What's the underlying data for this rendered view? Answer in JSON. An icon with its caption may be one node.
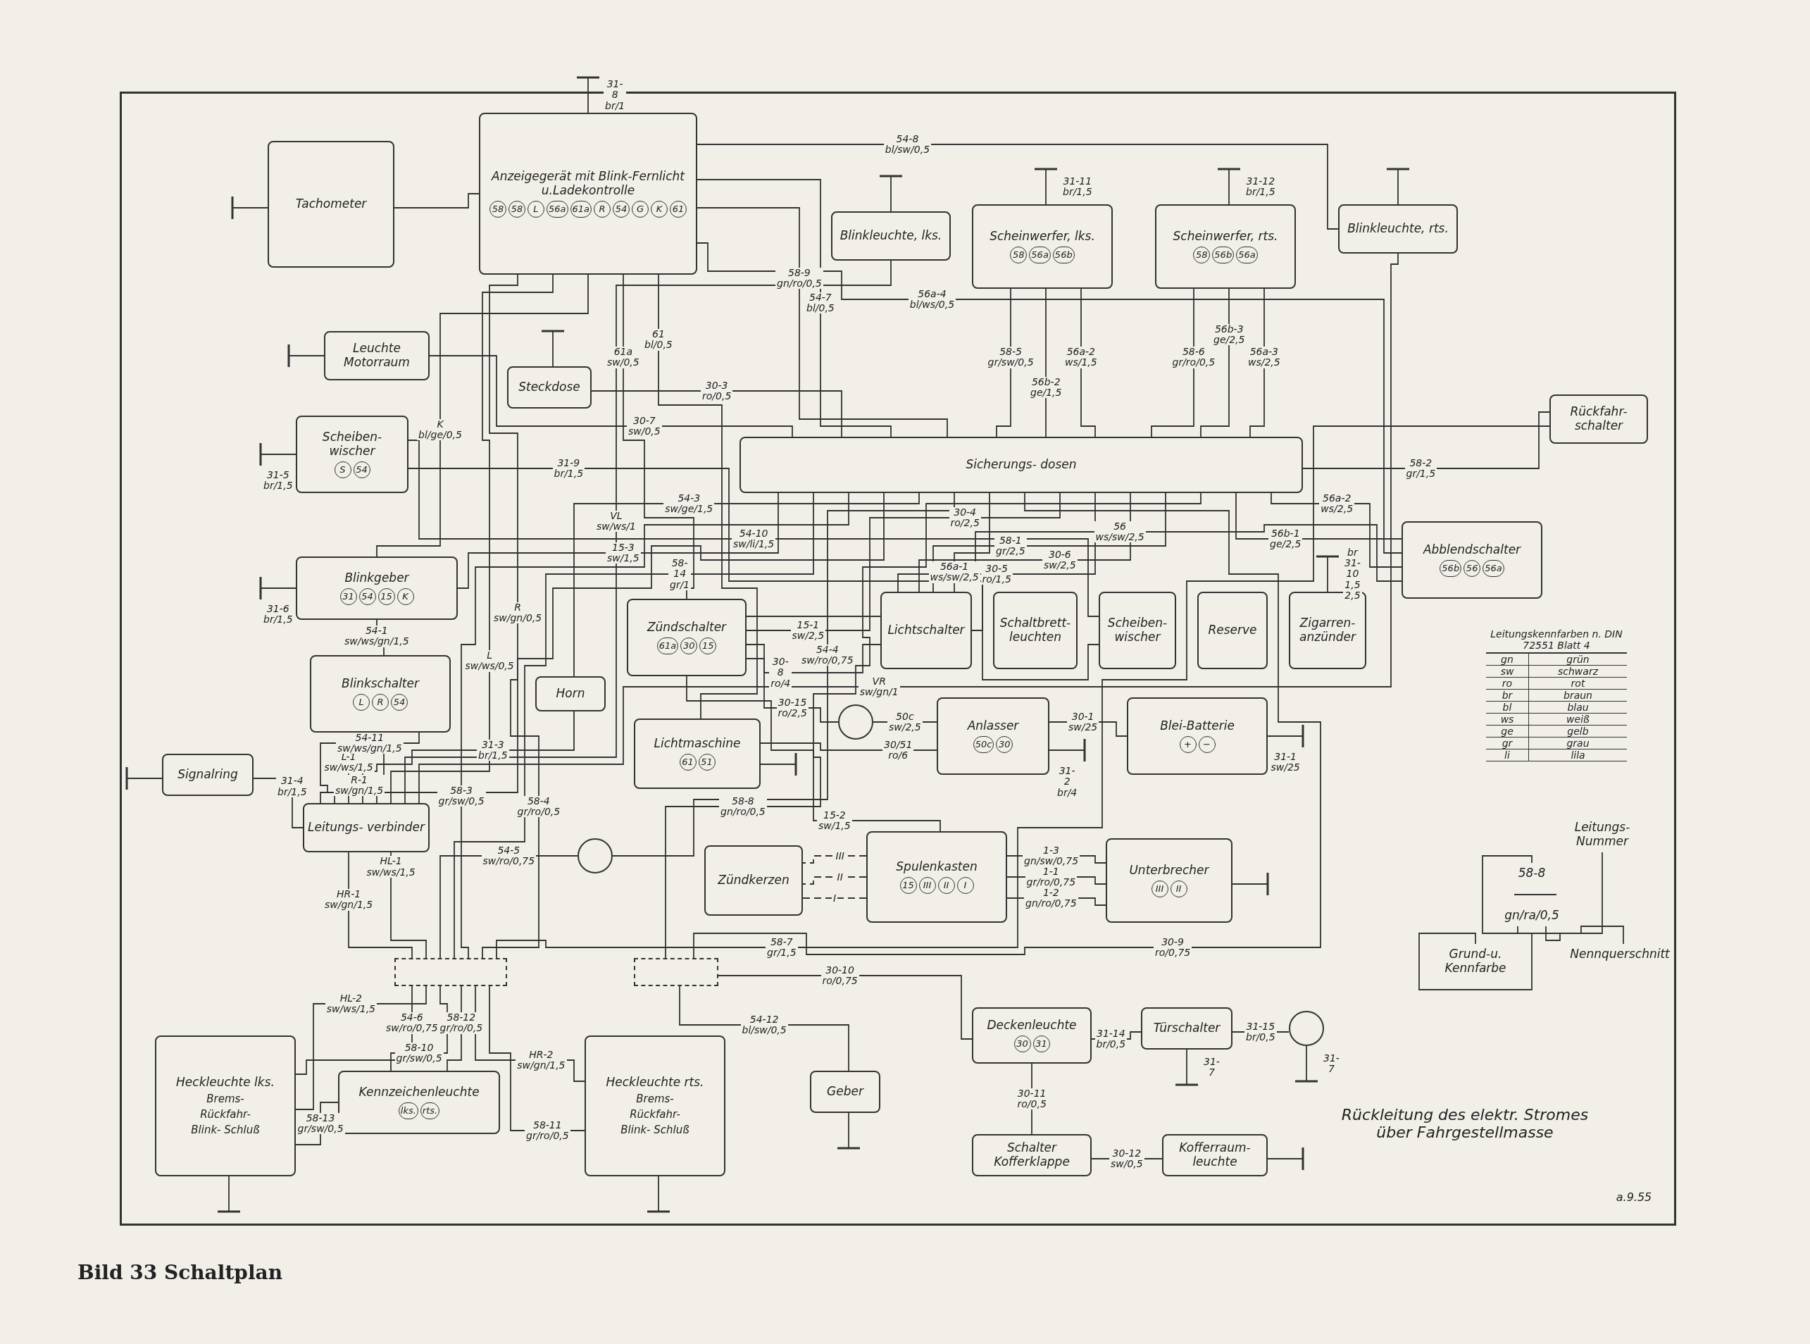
{
  "diagram": {
    "caption": "Bild 33 Schaltplan",
    "nodes": [
      {
        "text": [
          "Tachometer"
        ]
      },
      {
        "text": [
          "Anzeigegerät mit Blink-Fernlicht u.Ladekontrolle",
          "58",
          "58",
          "L",
          "56a",
          "61a",
          "R",
          "54",
          "G",
          "K",
          "61"
        ]
      },
      {
        "text": [
          "Blinkleuchte, lks."
        ]
      },
      {
        "text": [
          "Scheinwerfer, lks.",
          "58",
          "56a",
          "56b"
        ]
      },
      {
        "text": [
          "Scheinwerfer, rts.",
          "58",
          "56b",
          "56a"
        ]
      },
      {
        "text": [
          "Blinkleuchte, rts."
        ]
      },
      {
        "text": [
          "Leuchte Motorraum"
        ]
      },
      {
        "text": [
          "Scheiben- wischer",
          "S",
          "54"
        ]
      },
      {
        "text": [
          "Steckdose"
        ]
      },
      {
        "text": [
          "Blinkgeber",
          "31",
          "54",
          "15",
          "K"
        ]
      },
      {
        "text": [
          "Blinkschalter",
          "L",
          "R",
          "54"
        ]
      },
      {
        "text": [
          "Signalring"
        ]
      },
      {
        "text": [
          "Leitungs- verbinder"
        ]
      },
      {
        "text": [
          "Horn"
        ]
      },
      {
        "text": [],
        "shape": "circle"
      },
      {
        "text": [
          "Zündschalter",
          "61a",
          "30",
          "15"
        ]
      },
      {
        "text": [
          "Lichtmaschine",
          "61",
          "51"
        ]
      },
      {
        "text": [
          "Sicherungs- dosen"
        ]
      },
      {
        "text": [
          "Lichtschalter"
        ]
      },
      {
        "text": [
          "Schaltbrett- leuchten"
        ]
      },
      {
        "text": [
          "Scheiben- wischer"
        ]
      },
      {
        "text": [
          "Reserve"
        ]
      },
      {
        "text": [
          "Zigarren- anzünder"
        ]
      },
      {
        "text": [
          "Abblendschalter",
          "56b",
          "56",
          "56a"
        ]
      },
      {
        "text": [
          "Rückfahr- schalter"
        ]
      },
      {
        "text": [],
        "shape": "circle"
      },
      {
        "text": [
          "Anlasser",
          "50c",
          "30"
        ]
      },
      {
        "text": [
          "Blei-Batterie",
          "+",
          "−"
        ]
      },
      {
        "text": [
          "Zündkerzen"
        ]
      },
      {
        "text": [
          "Spulenkasten",
          "15",
          "III",
          "II",
          "I"
        ]
      },
      {
        "text": [
          "Unterbrecher",
          "III",
          "II"
        ]
      },
      {
        "text": [],
        "shape": "box"
      },
      {
        "text": [],
        "shape": "box"
      },
      {
        "text": [
          "Heckleuchte lks.",
          "Brems-",
          "Rückfahr-",
          "Blink- Schluß"
        ]
      },
      {
        "text": [
          "Kennzeichenleuchte",
          "lks.",
          "rts."
        ]
      },
      {
        "text": [
          "Heckleuchte rts.",
          "Brems-",
          "Rückfahr-",
          "Blink- Schluß"
        ]
      },
      {
        "text": [
          "Geber"
        ]
      },
      {
        "text": [
          "Deckenleuchte",
          "30",
          "31"
        ]
      },
      {
        "text": [
          "Türschalter"
        ]
      },
      {
        "text": [],
        "shape": "circle"
      },
      {
        "text": [
          "Schalter Kofferklappe"
        ]
      },
      {
        "text": [
          "Kofferraum- leuchte"
        ]
      },
      {
        "text": [
          "Leitungs- Nummer"
        ]
      },
      {
        "text": [
          "58-8"
        ]
      },
      {
        "text": [
          "gn/ra/0,5"
        ]
      },
      {
        "text": [
          "Grund-u. Kennfarbe"
        ]
      },
      {
        "text": [
          "Nennquerschnitt"
        ]
      }
    ],
    "edges": [
      {
        "from": 0,
        "to": 1,
        "arrow": "none"
      },
      {
        "from": 1,
        "to": null,
        "arrow": "none",
        "label": "31-8 br/1"
      },
      {
        "from": 1,
        "to": 17,
        "arrow": "none",
        "label": "54-7 bl/0,5"
      },
      {
        "from": 1,
        "to": 9,
        "arrow": "none",
        "label": "K bl/ge/0,5"
      },
      {
        "from": 6,
        "to": 17,
        "arrow": "none",
        "label": "30-7 sw/0,5"
      },
      {
        "from": 7,
        "to": null,
        "arrow": "none",
        "label": "31-5 br/1,5"
      },
      {
        "from": 7,
        "to": 20,
        "arrow": "none",
        "label": "54-10 sw/li/1,5"
      },
      {
        "from": 7,
        "to": 20,
        "arrow": "none",
        "label": "31-9 br/1,5"
      },
      {
        "from": 8,
        "to": 17,
        "arrow": "none",
        "label": "30-3 ro/0,5"
      },
      {
        "from": 9,
        "to": null,
        "arrow": "none",
        "label": "31-6 br/1,5"
      },
      {
        "from": 9,
        "to": 10,
        "arrow": "none",
        "label": "54-1 sw/ws/gn/1,5"
      },
      {
        "from": 10,
        "to": 12,
        "arrow": "none",
        "label": "L-1 sw/ws/1,5"
      },
      {
        "from": 10,
        "to": 12,
        "arrow": "none",
        "label": "R-1 sw/gn/1,5"
      },
      {
        "from": 10,
        "to": 12,
        "arrow": "none",
        "label": "54-11 sw/ws/gn/1,5"
      },
      {
        "from": 12,
        "to": 2,
        "arrow": "none",
        "label": "VL sw/ws/1"
      },
      {
        "from": 12,
        "to": 5,
        "arrow": "none",
        "label": "VR sw/gn/1"
      },
      {
        "from": 12,
        "to": 1,
        "arrow": "none",
        "label": "R sw/gn/0,5"
      },
      {
        "from": 12,
        "to": 1,
        "arrow": "none",
        "label": "L sw/ws/0,5"
      },
      {
        "from": 11,
        "to": 12,
        "arrow": "none",
        "label": "31-4 br/1,5"
      },
      {
        "from": 12,
        "to": 13,
        "arrow": "none",
        "label": "31-3 br/1,5"
      },
      {
        "from": 13,
        "to": 17,
        "arrow": "none",
        "label": "54-3 sw/ge/1,5"
      },
      {
        "from": 14,
        "to": 17,
        "arrow": "none",
        "label": "54-4 sw/ro/0,75"
      },
      {
        "from": 14,
        "to": 31,
        "arrow": "none",
        "label": "54-5 sw/ro/0,75"
      },
      {
        "from": 31,
        "to": 33,
        "arrow": "none",
        "label": "54-6 sw/ro/0,75"
      },
      {
        "from": 12,
        "to": 31,
        "arrow": "none",
        "label": "HR-1 sw/gn/1,5"
      },
      {
        "from": 12,
        "to": 31,
        "arrow": "none",
        "label": "HL-1 sw/ws/1,5"
      },
      {
        "from": 31,
        "to": 33,
        "arrow": "none",
        "label": "HL-2 sw/ws/1,5"
      },
      {
        "from": 31,
        "to": 35,
        "arrow": "none",
        "label": "HR-2 sw/gn/1,5"
      },
      {
        "from": 17,
        "to": 31,
        "arrow": "none",
        "label": "58-14 gr/1"
      },
      {
        "from": 31,
        "to": 34,
        "arrow": "none",
        "label": "58-10 gr/sw/0,5"
      },
      {
        "from": 31,
        "to": 34,
        "arrow": "none",
        "label": "58-12 gr/ro/0,5"
      },
      {
        "from": 34,
        "to": 33,
        "arrow": "none",
        "label": "58-13 gr/sw/0,5"
      },
      {
        "from": 31,
        "to": 35,
        "arrow": "none",
        "label": "58-11 gr/ro/0,5"
      },
      {
        "from": 32,
        "to": 36,
        "arrow": "none",
        "label": "54-12 bl/sw/0,5"
      },
      {
        "from": 16,
        "to": 1,
        "arrow": "none",
        "label": "61 bl/0,5"
      },
      {
        "from": 15,
        "to": 1,
        "arrow": "none",
        "label": "61a sw/0,5"
      },
      {
        "from": 15,
        "to": 17,
        "arrow": "none",
        "label": "30-4 ro/2,5"
      },
      {
        "from": 15,
        "to": 18,
        "arrow": "none",
        "label": "15-1 sw/2,5"
      },
      {
        "from": 17,
        "to": 9,
        "arrow": "none",
        "label": "15-3 sw/1,5"
      },
      {
        "from": 17,
        "to": 18,
        "arrow": "none",
        "label": "30-5 ro/1,5"
      },
      {
        "from": 17,
        "to": 18,
        "arrow": "none",
        "label": "30-6 sw/2,5"
      },
      {
        "from": 18,
        "to": 15,
        "arrow": "none",
        "label": "30-8 ro/4"
      },
      {
        "from": 16,
        "to": 26,
        "arrow": "none",
        "label": "30/51 ro/6"
      },
      {
        "from": 15,
        "to": 25,
        "arrow": "none",
        "label": "30-15 ro/2,5"
      },
      {
        "from": 25,
        "to": 26,
        "arrow": "none",
        "label": "50c sw/2,5"
      },
      {
        "from": 26,
        "to": 27,
        "arrow": "none",
        "label": "30-1 sw/25"
      },
      {
        "from": 26,
        "to": null,
        "arrow": "none",
        "label": "31-2 br/4"
      },
      {
        "from": 27,
        "to": null,
        "arrow": "none",
        "label": "31-1 sw/25"
      },
      {
        "from": 15,
        "to": 29,
        "arrow": "none",
        "label": "15-2 sw/1,5"
      },
      {
        "from": 29,
        "to": 30,
        "arrow": "none",
        "label": "1-3 gn/sw/0,75"
      },
      {
        "from": 29,
        "to": 30,
        "arrow": "none",
        "label": "1-1 gr/ro/0,75"
      },
      {
        "from": 29,
        "to": 30,
        "arrow": "none",
        "label": "1-2 gn/ro/0,75"
      },
      {
        "from": 29,
        "to": 28,
        "arrow": "none",
        "label": "III",
        "style": "dashed"
      },
      {
        "from": 29,
        "to": 28,
        "arrow": "none",
        "label": "II",
        "style": "dashed"
      },
      {
        "from": 29,
        "to": 28,
        "arrow": "none",
        "label": "I",
        "style": "dashed"
      },
      {
        "from": 3,
        "to": null,
        "arrow": "none",
        "label": "31-11 br/1,5"
      },
      {
        "from": 4,
        "to": null,
        "arrow": "none",
        "label": "31-12 br/1,5"
      },
      {
        "from": 3,
        "to": 17,
        "arrow": "none",
        "label": "58-5 gr/sw/0,5"
      },
      {
        "from": 3,
        "to": 17,
        "arrow": "none",
        "label": "56b-2 ge/1,5"
      },
      {
        "from": 3,
        "to": 17,
        "arrow": "none",
        "label": "56a-2 ws/1,5"
      },
      {
        "from": 4,
        "to": 17,
        "arrow": "none",
        "label": "58-6 gr/ro/0,5"
      },
      {
        "from": 4,
        "to": 17,
        "arrow": "none",
        "label": "56b-3 ge/2,5"
      },
      {
        "from": 4,
        "to": 17,
        "arrow": "none",
        "label": "56a-3 ws/2,5"
      },
      {
        "from": 17,
        "to": 18,
        "arrow": "none",
        "label": "58-1 gr/2,5"
      },
      {
        "from": 17,
        "to": 23,
        "arrow": "none",
        "label": "56b-1 ge/2,5"
      },
      {
        "from": 18,
        "to": 23,
        "arrow": "none",
        "label": "56 ws/sw/2,5"
      },
      {
        "from": 18,
        "to": 17,
        "arrow": "none",
        "label": "56a-1 ws/sw/2,5"
      },
      {
        "from": 23,
        "to": 17,
        "arrow": "none",
        "label": "56a-2 ws/2,5"
      },
      {
        "from": 23,
        "to": 1,
        "arrow": "none",
        "label": "56a-4 bl/ws/0,5"
      },
      {
        "from": 1,
        "to": 5,
        "arrow": "none",
        "label": "54-8 bl/sw/0,5"
      },
      {
        "from": 1,
        "to": 17,
        "arrow": "none",
        "label": "58-9 gn/ro/0,5"
      },
      {
        "from": 17,
        "to": 24,
        "arrow": "none",
        "label": "58-2 gr/1,5"
      },
      {
        "from": 17,
        "to": 31,
        "arrow": "none",
        "label": "58-3 gr/sw/0,5"
      },
      {
        "from": 17,
        "to": 31,
        "arrow": "none",
        "label": "58-4 gr/ro/0,5"
      },
      {
        "from": 24,
        "to": 31,
        "arrow": "none",
        "label": "58-7 gr/1,5"
      },
      {
        "from": 17,
        "to": 32,
        "arrow": "none",
        "label": "58-8 gn/ro/0,5"
      },
      {
        "from": 22,
        "to": null,
        "arrow": "none",
        "label": "br 31-10 1,5 2,5"
      },
      {
        "from": 17,
        "to": 32,
        "arrow": "none",
        "label": "30-9 ro/0,75"
      },
      {
        "from": 32,
        "to": 37,
        "arrow": "none",
        "label": "30-10 ro/0,75"
      },
      {
        "from": 37,
        "to": 38,
        "arrow": "none",
        "label": "31-14 br/0,5"
      },
      {
        "from": 38,
        "to": 39,
        "arrow": "none",
        "label": "31-15 br/0,5"
      },
      {
        "from": 38,
        "to": null,
        "arrow": "none",
        "label": "31-7"
      },
      {
        "from": 39,
        "to": null,
        "arrow": "none",
        "label": "31-7"
      },
      {
        "from": 37,
        "to": 40,
        "arrow": "none",
        "label": "30-11 ro/0,5"
      },
      {
        "from": 40,
        "to": 41,
        "arrow": "none",
        "label": "30-12 sw/0,5"
      },
      {
        "from": 41,
        "to": null,
        "arrow": "none"
      },
      {
        "from": 2,
        "to": null,
        "arrow": "none"
      },
      {
        "from": 5,
        "to": null,
        "arrow": "none"
      },
      {
        "from": 0,
        "to": null,
        "arrow": "none"
      },
      {
        "from": 6,
        "to": null,
        "arrow": "none"
      },
      {
        "from": 8,
        "to": null,
        "arrow": "none"
      },
      {
        "from": 11,
        "to": null,
        "arrow": "none"
      },
      {
        "from": 16,
        "to": null,
        "arrow": "none"
      },
      {
        "from": 30,
        "to": null,
        "arrow": "none"
      },
      {
        "from": 33,
        "to": null,
        "arrow": "none"
      },
      {
        "from": 35,
        "to": null,
        "arrow": "none"
      },
      {
        "from": 36,
        "to": null,
        "arrow": "none"
      },
      {
        "from": 42,
        "to": 43,
        "arrow": "none"
      },
      {
        "from": 45,
        "to": 44,
        "arrow": "none"
      },
      {
        "from": 46,
        "to": 44,
        "arrow": "none"
      }
    ],
    "labels": [
      "Leitungskennfarben n. DIN 72551 Blatt 4",
      "gn",
      "grün",
      "sw",
      "schwarz",
      "ro",
      "rot",
      "br",
      "braun",
      "bl",
      "blau",
      "ws",
      "weiß",
      "ge",
      "gelb",
      "gr",
      "grau",
      "li",
      "lila",
      "Rückleitung des elektr. Stromes über Fahrgestellmasse",
      "a.9.55"
    ]
  }
}
